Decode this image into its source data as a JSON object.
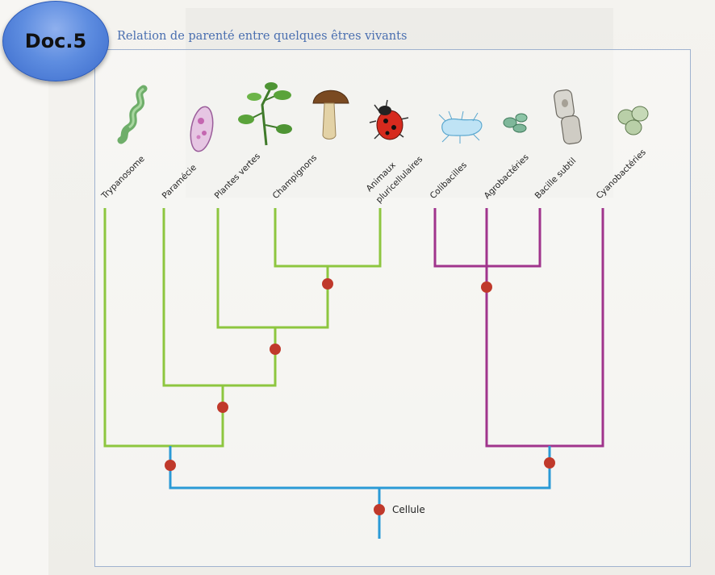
{
  "badge": {
    "label": "Doc.5"
  },
  "title": "Relation de parenté entre quelques êtres vivants",
  "taxa": [
    {
      "label": "Trypanosome",
      "icon": "trypanosome-icon"
    },
    {
      "label": "Paramécie",
      "icon": "paramecium-icon"
    },
    {
      "label": "Plantes vertes",
      "icon": "green-plant-icon"
    },
    {
      "label": "Champignons",
      "icon": "mushroom-icon"
    },
    {
      "label_lines": [
        "Animaux",
        "pluricellulaires"
      ],
      "icon": "ladybug-icon"
    },
    {
      "label": "Colibacilles",
      "icon": "colibacillus-icon"
    },
    {
      "label": "Agrobactéries",
      "icon": "agrobacterium-icon"
    },
    {
      "label": "Bacille subtil",
      "icon": "bacillus-icon"
    },
    {
      "label": "Cyanobactéries",
      "icon": "cyanobacteria-icon"
    }
  ],
  "root": {
    "label": "Cellule"
  },
  "colors": {
    "eukaryote_branch": "#8dc63f",
    "prokaryote_branch": "#a0348c",
    "root_branch": "#2a9ad6",
    "node": "#c0392b",
    "title": "#4a6fb0"
  }
}
